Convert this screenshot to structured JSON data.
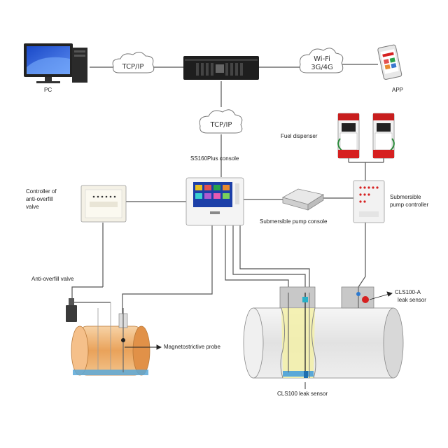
{
  "labels": {
    "pc": "PC",
    "app": "APP",
    "tcp_top": "TCP/IP",
    "tcp_mid": "TCP/IP",
    "wifi_line1": "Wi-Fi",
    "wifi_line2": "3G/4G",
    "console": "SS160Plus console",
    "fuel_dispenser": "Fuel dispenser",
    "controller_line1": "Controller of",
    "controller_line2": "anti-overfill",
    "controller_line3": "valve",
    "submersible_ctrl_line1": "Submersible",
    "submersible_ctrl_line2": "pump controller",
    "submersible_console": "Submersible pump console",
    "anti_overfill_valve": "Anti-overfill valve",
    "magneto_probe": "Magnetostrictive probe",
    "cls100a_line1": "CLS100-A",
    "cls100a_line2": "leak sensor",
    "cls100": "CLS100 leak sensor"
  },
  "colors": {
    "wire": "#555555",
    "tank_orange": "#e9a25a",
    "tank_grey": "#e4e4e4",
    "fuel_yellow": "#f3f0a8",
    "water_blue": "#5aa8d8",
    "sensor_red": "#d62020"
  },
  "icons": [
    "pc-monitor-icon",
    "server-icon",
    "smartphone-icon",
    "cloud-icon",
    "fuel-dispenser-icon"
  ]
}
